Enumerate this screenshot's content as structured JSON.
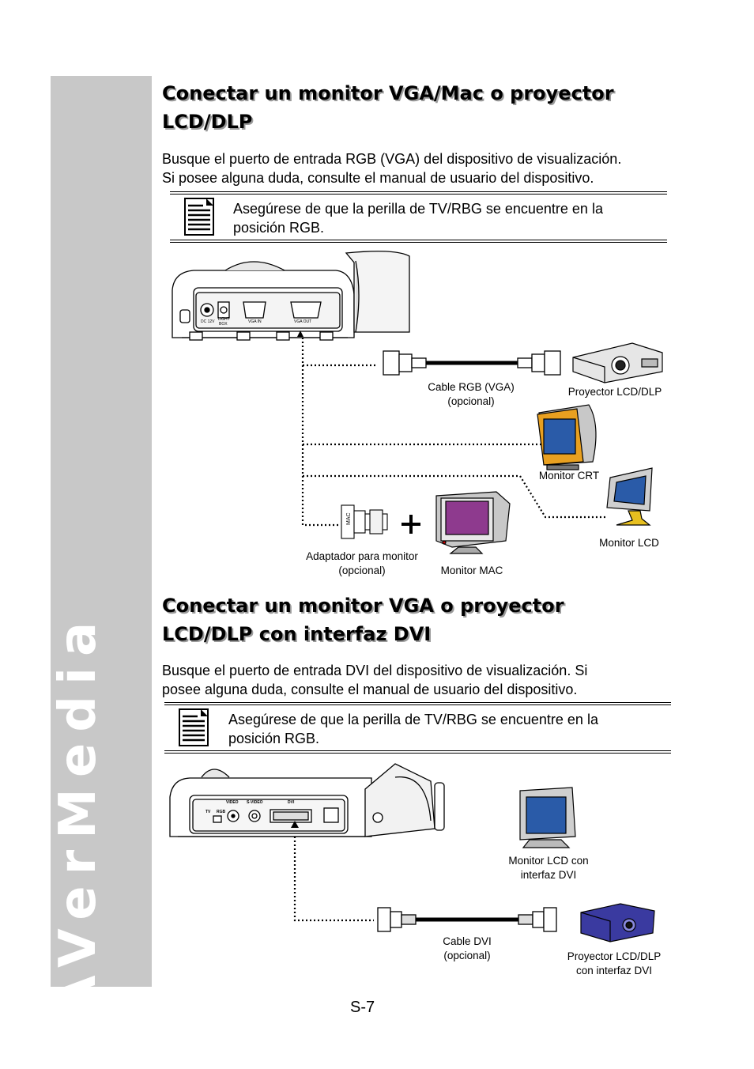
{
  "brand": "AVerMedia",
  "section1": {
    "title_line1": "Conectar un monitor VGA/Mac o proyector",
    "title_line2": "LCD/DLP",
    "para_line1": "Busque el puerto de entrada RGB (VGA) del dispositivo de visualización.",
    "para_line2": "Si posee alguna duda, consulte el manual de usuario del dispositivo.",
    "note_line1": "Asegúrese de que la perilla de TV/RBG se encuentre en la",
    "note_line2": "posición RGB.",
    "device_ports": [
      "DC 12V",
      "LIGHT",
      "BOX",
      "VGA IN",
      "VGA OUT"
    ],
    "labels": {
      "cable_line1": "Cable RGB (VGA)",
      "cable_line2": "(opcional)",
      "projector": "Proyector LCD/DLP",
      "crt": "Monitor CRT",
      "lcd": "Monitor LCD",
      "adapter_line1": "Adaptador para monitor",
      "adapter_line2": "(opcional)",
      "mac": "Monitor MAC",
      "adapter_mark": "MAC"
    }
  },
  "section2": {
    "title_line1": "Conectar un monitor VGA o proyector",
    "title_line2": "LCD/DLP con interfaz DVI",
    "para_line1": "Busque el puerto de entrada DVI del dispositivo de visualización. Si",
    "para_line2": "posee alguna duda, consulte el manual de usuario del dispositivo.",
    "note_line1": "Asegúrese de que la perilla de TV/RBG se encuentre en la",
    "note_line2": "posición RGB.",
    "device_ports": [
      "VIDEO",
      "S-VIDEO",
      "DVI",
      "TV",
      "RGB"
    ],
    "labels": {
      "lcd_line1": "Monitor LCD con",
      "lcd_line2": "interfaz DVI",
      "cable_line1": "Cable DVI",
      "cable_line2": "(opcional)",
      "projector_line1": "Proyector LCD/DLP",
      "projector_line2": "con interfaz DVI"
    }
  },
  "page_number": "S-7",
  "colors": {
    "sidebar": "#c8c8c8",
    "title_shadow": "#9a9a9a",
    "screen_blue": "#2a5ba8",
    "crt_body": "#e8a020",
    "mac_screen": "#8e3a8e",
    "projector_dvi": "#3a3aa0"
  }
}
